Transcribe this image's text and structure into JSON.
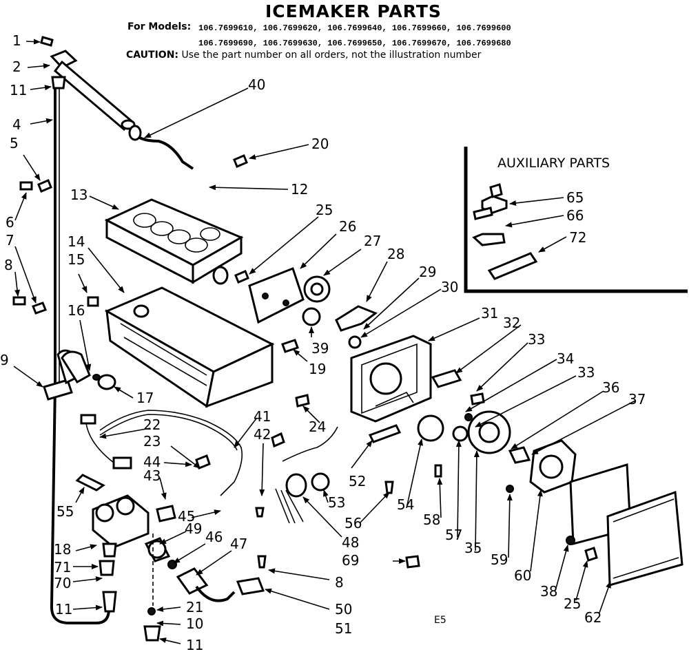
{
  "header": {
    "title": "ICEMAKER PARTS",
    "models_label": "For Models:",
    "models_line_1": "106.7699610, 106.7699620, 106.7699640, 106.7699660, 106.7699600",
    "models_line_2": "106.7699690, 106.7699630, 106.7699650, 106.7699670, 106.7699680",
    "caution_label": "CAUTION:",
    "caution_text": "Use the part number on all orders, not the illustration number"
  },
  "auxiliary": {
    "title": "AUXILIARY PARTS"
  },
  "footer_code": "E5",
  "callouts": [
    {
      "id": "c1",
      "label": "1"
    },
    {
      "id": "c2",
      "label": "2"
    },
    {
      "id": "c11a",
      "label": "11"
    },
    {
      "id": "c4",
      "label": "4"
    },
    {
      "id": "c5",
      "label": "5"
    },
    {
      "id": "c6",
      "label": "6"
    },
    {
      "id": "c7",
      "label": "7"
    },
    {
      "id": "c8a",
      "label": "8"
    },
    {
      "id": "c9",
      "label": "9"
    },
    {
      "id": "c40",
      "label": "40"
    },
    {
      "id": "c20",
      "label": "20"
    },
    {
      "id": "c12",
      "label": "12"
    },
    {
      "id": "c13",
      "label": "13"
    },
    {
      "id": "c14",
      "label": "14"
    },
    {
      "id": "c15",
      "label": "15"
    },
    {
      "id": "c16",
      "label": "16"
    },
    {
      "id": "c17",
      "label": "17"
    },
    {
      "id": "c25a",
      "label": "25"
    },
    {
      "id": "c26",
      "label": "26"
    },
    {
      "id": "c27",
      "label": "27"
    },
    {
      "id": "c28",
      "label": "28"
    },
    {
      "id": "c29",
      "label": "29"
    },
    {
      "id": "c30",
      "label": "30"
    },
    {
      "id": "c39",
      "label": "39"
    },
    {
      "id": "c19",
      "label": "19"
    },
    {
      "id": "c31",
      "label": "31"
    },
    {
      "id": "c32",
      "label": "32"
    },
    {
      "id": "c33a",
      "label": "33"
    },
    {
      "id": "c34",
      "label": "34"
    },
    {
      "id": "c33b",
      "label": "33"
    },
    {
      "id": "c36",
      "label": "36"
    },
    {
      "id": "c37",
      "label": "37"
    },
    {
      "id": "c24",
      "label": "24"
    },
    {
      "id": "c41",
      "label": "41"
    },
    {
      "id": "c42",
      "label": "42"
    },
    {
      "id": "c22",
      "label": "22"
    },
    {
      "id": "c23",
      "label": "23"
    },
    {
      "id": "c44",
      "label": "44"
    },
    {
      "id": "c43",
      "label": "43"
    },
    {
      "id": "c55",
      "label": "55"
    },
    {
      "id": "c45",
      "label": "45"
    },
    {
      "id": "c49",
      "label": "49"
    },
    {
      "id": "c46",
      "label": "46"
    },
    {
      "id": "c47",
      "label": "47"
    },
    {
      "id": "c52",
      "label": "52"
    },
    {
      "id": "c53",
      "label": "53"
    },
    {
      "id": "c56",
      "label": "56"
    },
    {
      "id": "c48",
      "label": "48"
    },
    {
      "id": "c69",
      "label": "69"
    },
    {
      "id": "c54",
      "label": "54"
    },
    {
      "id": "c58",
      "label": "58"
    },
    {
      "id": "c57",
      "label": "57"
    },
    {
      "id": "c35",
      "label": "35"
    },
    {
      "id": "c59",
      "label": "59"
    },
    {
      "id": "c60",
      "label": "60"
    },
    {
      "id": "c38",
      "label": "38"
    },
    {
      "id": "c25b",
      "label": "25"
    },
    {
      "id": "c62",
      "label": "62"
    },
    {
      "id": "c18",
      "label": "18"
    },
    {
      "id": "c71",
      "label": "71"
    },
    {
      "id": "c70",
      "label": "70"
    },
    {
      "id": "c11b",
      "label": "11"
    },
    {
      "id": "c21",
      "label": "21"
    },
    {
      "id": "c10",
      "label": "10"
    },
    {
      "id": "c11c",
      "label": "11"
    },
    {
      "id": "c8b",
      "label": "8"
    },
    {
      "id": "c50",
      "label": "50"
    },
    {
      "id": "c51",
      "label": "51"
    },
    {
      "id": "c65",
      "label": "65"
    },
    {
      "id": "c66",
      "label": "66"
    },
    {
      "id": "c72",
      "label": "72"
    }
  ]
}
